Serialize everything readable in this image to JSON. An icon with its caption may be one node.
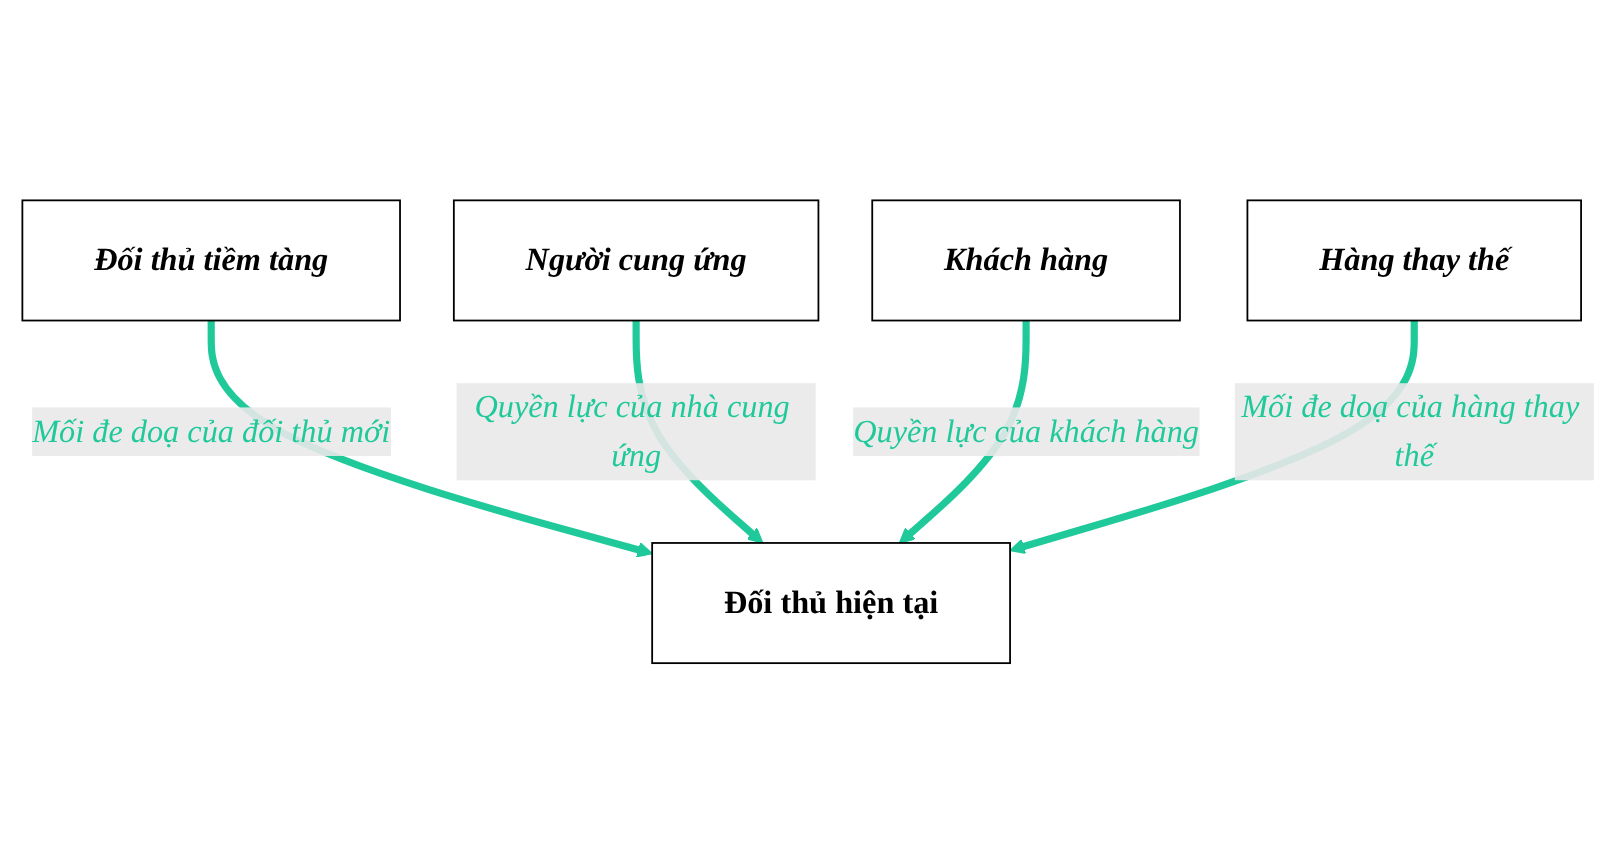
{
  "diagram": {
    "nodes": [
      {
        "text": [
          "Đối thủ tiềm tàng"
        ]
      },
      {
        "text": [
          "Người cung ứng"
        ]
      },
      {
        "text": [
          "Đối thủ hiện tại"
        ]
      },
      {
        "text": [
          "Khách hàng"
        ]
      },
      {
        "text": [
          "Hàng thay thế"
        ]
      }
    ],
    "edges": [
      {
        "from": 0,
        "to": 2,
        "arrow": "to",
        "label": "Mối đe doạ của đối thủ mới"
      },
      {
        "from": 1,
        "to": 2,
        "arrow": "to",
        "label": "Quyền lực của nhà cung ứng"
      },
      {
        "from": 3,
        "to": 2,
        "arrow": "to",
        "label": "Quyền lực của khách hàng"
      },
      {
        "from": 4,
        "to": 2,
        "arrow": "to",
        "label": "Mối đe doạ của hàng thay thế"
      }
    ]
  }
}
